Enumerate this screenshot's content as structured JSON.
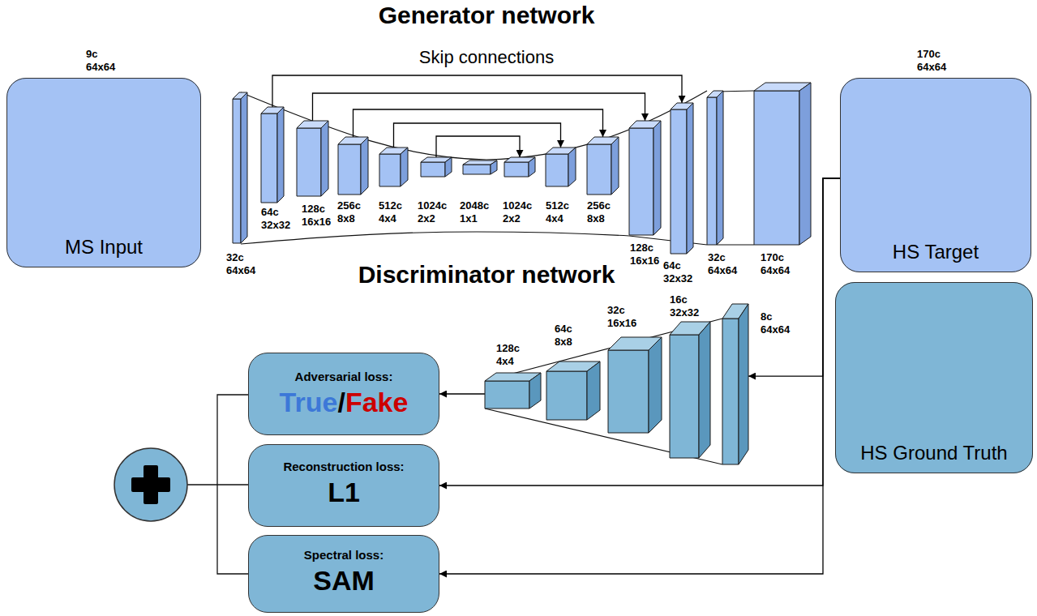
{
  "diagram": {
    "title": "Generator network",
    "nodes": [
      {
        "text": [
          "9c 64x64",
          "MS Input"
        ]
      },
      {
        "text": [
          "32c 64x64"
        ]
      },
      {
        "text": [
          "64c 32x32"
        ]
      },
      {
        "text": [
          "128c 16x16"
        ]
      },
      {
        "text": [
          "256c 8x8"
        ]
      },
      {
        "text": [
          "512c 4x4"
        ]
      },
      {
        "text": [
          "1024c 2x2"
        ]
      },
      {
        "text": [
          "2048c 1x1"
        ]
      },
      {
        "text": [
          "1024c 2x2"
        ]
      },
      {
        "text": [
          "512c 4x4"
        ]
      },
      {
        "text": [
          "256c 8x8"
        ]
      },
      {
        "text": [
          "128c 16x16"
        ]
      },
      {
        "text": [
          "64c 32x32"
        ]
      },
      {
        "text": [
          "32c 64x64"
        ]
      },
      {
        "text": [
          "170c 64x64"
        ]
      },
      {
        "text": [
          "170c 64x64",
          "HS Target"
        ]
      },
      {
        "text": [
          "HS Ground Truth"
        ]
      },
      {
        "text": [
          "128c 4x4"
        ]
      },
      {
        "text": [
          "64c 8x8"
        ]
      },
      {
        "text": [
          "32c 16x16"
        ]
      },
      {
        "text": [
          "16c 32x32"
        ]
      },
      {
        "text": [
          "8c 64x64"
        ]
      },
      {
        "text": [
          "Adversarial loss:",
          "True",
          "/",
          "Fake"
        ]
      },
      {
        "text": [
          "Reconstruction loss:",
          "L1"
        ]
      },
      {
        "text": [
          "Spectral loss:",
          "SAM"
        ]
      }
    ],
    "edges": [
      {
        "from": 2,
        "to": 12,
        "arrow": "to"
      },
      {
        "from": 3,
        "to": 11,
        "arrow": "to"
      },
      {
        "from": 4,
        "to": 10,
        "arrow": "to"
      },
      {
        "from": 5,
        "to": 9,
        "arrow": "to"
      },
      {
        "from": 6,
        "to": 8,
        "arrow": "to"
      },
      {
        "from": 15,
        "to": 21,
        "arrow": "to"
      },
      {
        "from": 17,
        "to": 22,
        "arrow": "to"
      },
      {
        "from": 15,
        "to": 23,
        "arrow": "to"
      },
      {
        "from": 15,
        "to": 24,
        "arrow": "to"
      }
    ],
    "labels": [
      "Skip connections",
      "Discriminator network"
    ]
  }
}
